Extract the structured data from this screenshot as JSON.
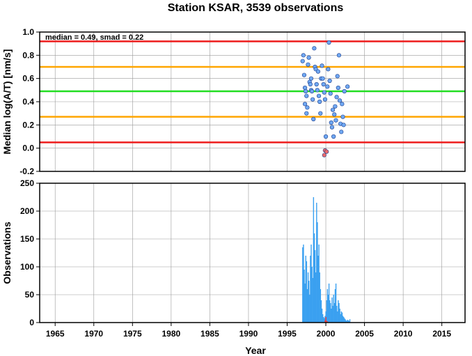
{
  "chart_data": [
    {
      "type": "scatter",
      "title": "Station KSAR, 3539 observations",
      "ylabel": "Median log(A/T) [nm/s]",
      "xlim": [
        1963,
        2018
      ],
      "ylim": [
        -0.2,
        1.0
      ],
      "yticks": [
        "-0.2",
        "0.0",
        "0.2",
        "0.4",
        "0.6",
        "0.8",
        "1.0"
      ],
      "annotation": "median = 0.49, smad = 0.22",
      "grid": true,
      "reference_lines": [
        {
          "y": 0.92,
          "color": "#ee1c1c"
        },
        {
          "y": 0.7,
          "color": "#ffa500"
        },
        {
          "y": 0.49,
          "color": "#22dd22"
        },
        {
          "y": 0.27,
          "color": "#ffa500"
        },
        {
          "y": 0.05,
          "color": "#ee1c1c"
        }
      ],
      "series": [
        {
          "color": "#6fa8f2",
          "points": [
            [
              1997.0,
              0.75
            ],
            [
              1997.1,
              0.8
            ],
            [
              1997.2,
              0.63
            ],
            [
              1997.3,
              0.52
            ],
            [
              1997.4,
              0.49
            ],
            [
              1997.3,
              0.38
            ],
            [
              1997.5,
              0.3
            ],
            [
              1997.6,
              0.35
            ],
            [
              1997.7,
              0.72
            ],
            [
              1997.8,
              0.78
            ],
            [
              1997.9,
              0.57
            ],
            [
              1998.0,
              0.55
            ],
            [
              1998.1,
              0.5
            ],
            [
              1998.2,
              0.49
            ],
            [
              1998.3,
              0.42
            ],
            [
              1998.4,
              0.25
            ],
            [
              1998.5,
              0.86
            ],
            [
              1998.6,
              0.7
            ],
            [
              1998.7,
              0.68
            ],
            [
              1998.8,
              0.55
            ],
            [
              1998.9,
              0.5
            ],
            [
              1999.0,
              0.66
            ],
            [
              1999.1,
              0.45
            ],
            [
              1999.2,
              0.4
            ],
            [
              1999.3,
              0.3
            ],
            [
              1999.4,
              0.6
            ],
            [
              1999.5,
              0.71
            ],
            [
              1999.6,
              0.6
            ],
            [
              1999.7,
              0.55
            ],
            [
              1999.8,
              0.48
            ],
            [
              1999.9,
              0.42
            ],
            [
              2000.0,
              0.1
            ],
            [
              2000.2,
              0.53
            ],
            [
              2000.3,
              0.68
            ],
            [
              2000.4,
              0.91
            ],
            [
              2000.5,
              0.58
            ],
            [
              2000.6,
              0.47
            ],
            [
              2000.7,
              0.22
            ],
            [
              2000.8,
              0.18
            ],
            [
              2000.9,
              0.33
            ],
            [
              2001.0,
              0.1
            ],
            [
              2001.1,
              0.29
            ],
            [
              2001.2,
              0.36
            ],
            [
              2001.3,
              0.24
            ],
            [
              2001.4,
              0.44
            ],
            [
              2001.5,
              0.62
            ],
            [
              2001.6,
              0.52
            ],
            [
              2001.7,
              0.8
            ],
            [
              2001.8,
              0.41
            ],
            [
              2001.9,
              0.21
            ],
            [
              2002.0,
              0.14
            ],
            [
              2002.1,
              0.38
            ],
            [
              2002.2,
              0.27
            ],
            [
              2002.3,
              0.2
            ],
            [
              2002.4,
              0.49
            ],
            [
              2002.8,
              0.53
            ],
            [
              1997.5,
              0.45
            ],
            [
              1998.1,
              0.6
            ]
          ]
        },
        {
          "color": "#ee6a6a",
          "points": [
            [
              1999.8,
              -0.06
            ],
            [
              1999.9,
              -0.02
            ],
            [
              2000.1,
              -0.03
            ]
          ]
        }
      ]
    },
    {
      "type": "bar",
      "xlabel": "Year",
      "ylabel": "Observations",
      "xlim": [
        1963,
        2018
      ],
      "ylim": [
        0,
        250
      ],
      "xticks": [
        "1965",
        "1970",
        "1975",
        "1980",
        "1985",
        "1990",
        "1995",
        "2000",
        "2005",
        "2010",
        "2015"
      ],
      "yticks": [
        "0",
        "50",
        "100",
        "150",
        "200",
        "250"
      ],
      "grid": true,
      "series": [
        {
          "color": "#3aa0f0",
          "x": [
            1997.0,
            1997.1,
            1997.2,
            1997.3,
            1997.4,
            1997.5,
            1997.6,
            1997.7,
            1997.8,
            1997.9,
            1998.0,
            1998.1,
            1998.2,
            1998.3,
            1998.4,
            1998.5,
            1998.6,
            1998.7,
            1998.8,
            1998.9,
            1999.0,
            1999.1,
            1999.2,
            1999.3,
            1999.4,
            1999.5,
            1999.6,
            1999.7,
            1999.8,
            1999.9,
            2000.0,
            2000.1,
            2000.2,
            2000.3,
            2000.4,
            2000.5,
            2000.6,
            2000.7,
            2000.8,
            2000.9,
            2001.0,
            2001.1,
            2001.2,
            2001.3,
            2001.4,
            2001.5,
            2001.6,
            2001.7,
            2001.8,
            2001.9,
            2002.0,
            2002.1,
            2002.2,
            2002.3,
            2002.4,
            2002.5,
            2002.6,
            2002.7,
            2002.8,
            2002.9,
            2003.0,
            2003.1
          ],
          "values": [
            135,
            140,
            95,
            70,
            120,
            110,
            60,
            90,
            75,
            50,
            120,
            140,
            100,
            80,
            225,
            160,
            130,
            90,
            215,
            180,
            120,
            140,
            90,
            60,
            40,
            25,
            15,
            10,
            8,
            12,
            20,
            40,
            60,
            50,
            70,
            40,
            35,
            25,
            45,
            30,
            50,
            35,
            60,
            70,
            30,
            20,
            40,
            35,
            25,
            15,
            20,
            18,
            12,
            10,
            8,
            6,
            4,
            3,
            5,
            4,
            3,
            6
          ]
        },
        {
          "color": "#ee3a3a",
          "x": [
            1999.9,
            2000.0,
            2000.1,
            2000.2
          ],
          "values": [
            4,
            10,
            3,
            2
          ]
        }
      ]
    }
  ]
}
